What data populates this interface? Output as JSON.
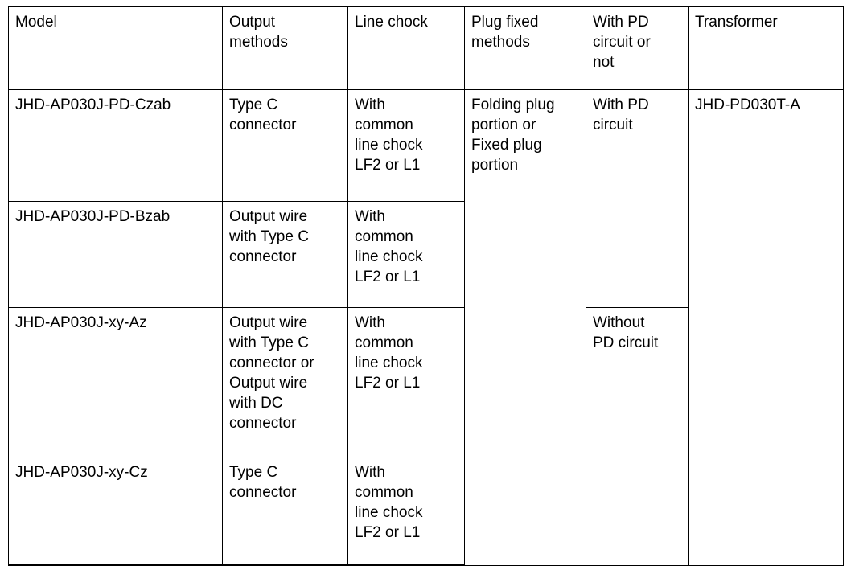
{
  "table": {
    "caption": "",
    "columns": [
      {
        "key": "model",
        "label": "Model"
      },
      {
        "key": "output",
        "label": "Output\nmethods"
      },
      {
        "key": "chock",
        "label": "Line chock"
      },
      {
        "key": "plug",
        "label": "Plug fixed\nmethods"
      },
      {
        "key": "pd",
        "label": "With PD\ncircuit or\nnot"
      },
      {
        "key": "transformer",
        "label": "Transformer"
      }
    ],
    "rows": [
      {
        "model": "JHD-AP030J-PD-Czab",
        "output": "Type C\nconnector",
        "chock": "With\ncommon\nline chock\nLF2 or L1",
        "plug": "Folding plug\nportion or\nFixed plug\nportion",
        "pd": "With PD\ncircuit",
        "transformer": "JHD-PD030T-A"
      },
      {
        "model": "JHD-AP030J-PD-Bzab",
        "output": "Output wire\nwith Type C\nconnector",
        "chock": "With\ncommon\nline chock\nLF2 or L1",
        "plug": "",
        "pd": "",
        "transformer": ""
      },
      {
        "model": "JHD-AP030J-xy-Az",
        "output": "Output wire\nwith Type C\nconnector or\nOutput wire\nwith DC\nconnector",
        "chock": "With\ncommon\nline chock\nLF2 or L1",
        "plug": "",
        "pd": "Without\nPD circuit",
        "transformer": ""
      },
      {
        "model": "JHD-AP030J-xy-Cz",
        "output": "Type C\nconnector",
        "chock": "With\ncommon\nline chock\nLF2 or L1",
        "plug": "",
        "pd": "",
        "transformer": ""
      }
    ],
    "merges": {
      "plug_fixed_methods_rowspan": 4,
      "with_pd_circuit_rowspan": 2,
      "without_pd_circuit_rowspan": 2,
      "transformer_rowspan": 4
    },
    "colors": {
      "border": "#000000",
      "text": "#000000",
      "background": "#ffffff"
    }
  }
}
